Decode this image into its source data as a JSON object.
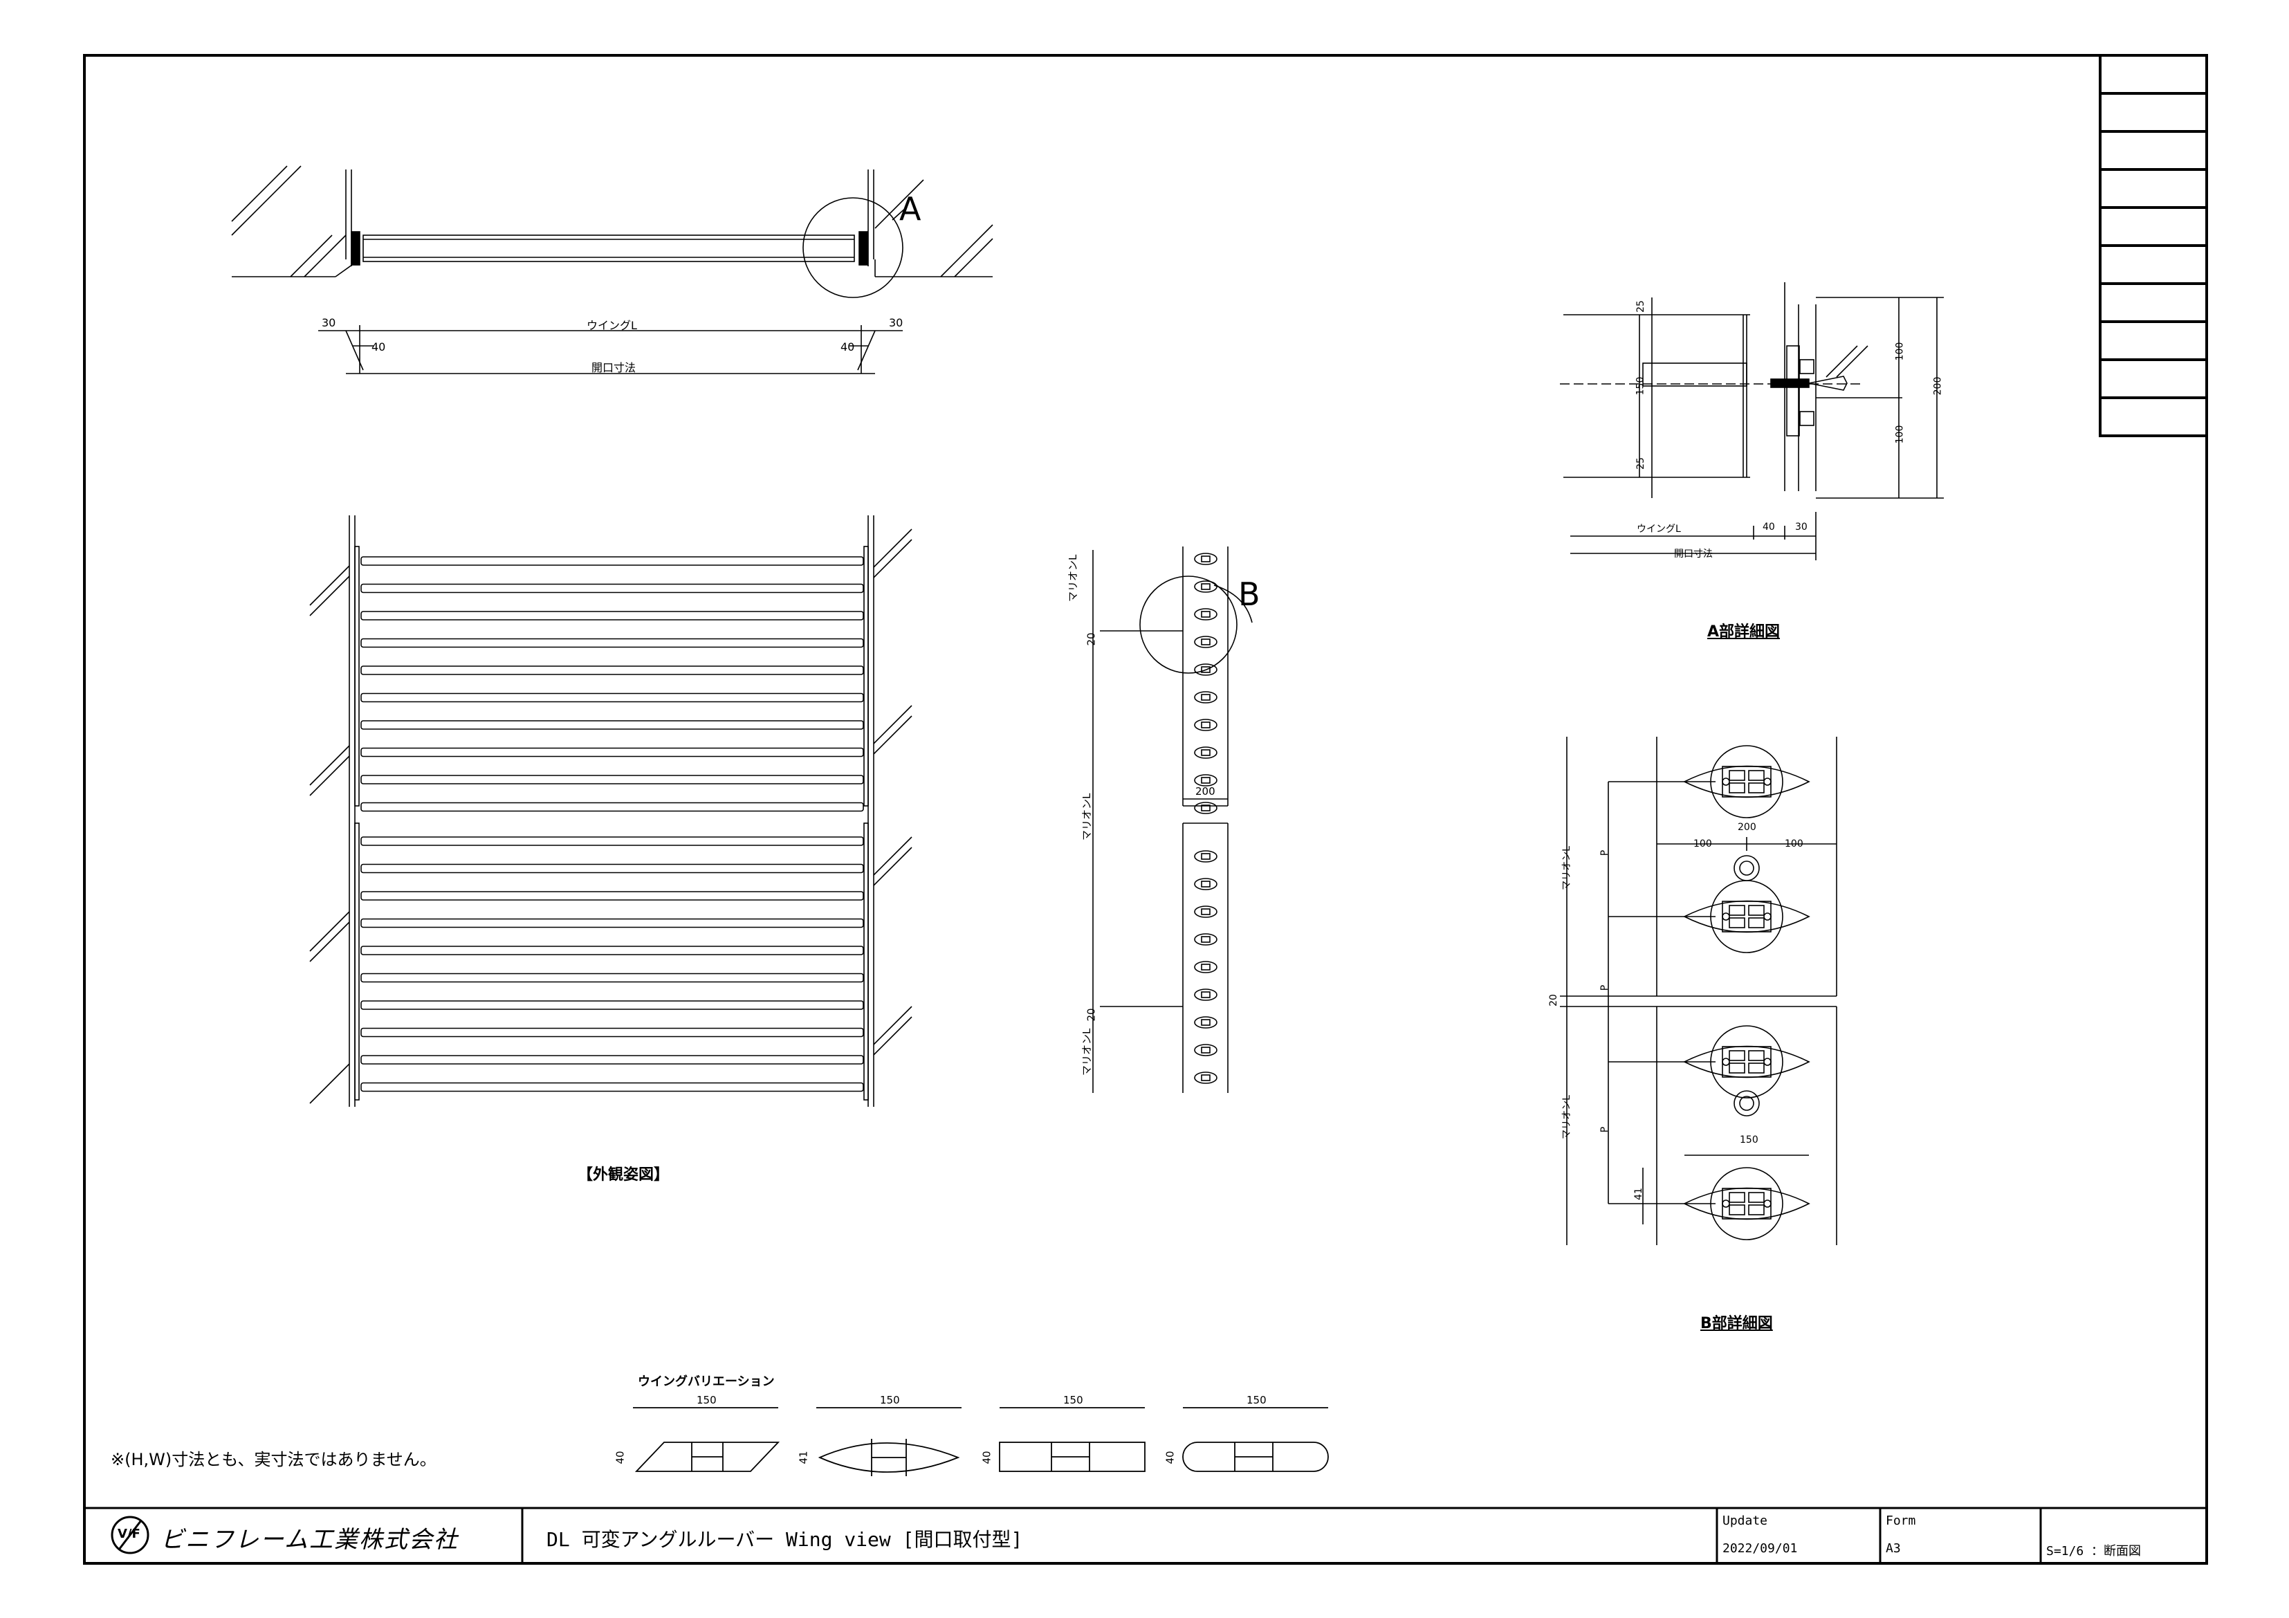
{
  "drawing": {
    "note": "※(H,W)寸法とも、実寸法ではありません。",
    "callout_a": "A",
    "callout_b": "B",
    "top_plan": {
      "dim_wing": "ウイングL",
      "dim_left": "30",
      "dim_right": "30",
      "dim_left_in": "40",
      "dim_right_in": "40",
      "dim_opening": "開口寸法"
    },
    "elevation_caption": "【外観姿図】",
    "section": {
      "mullion_l": "マリオンL",
      "dim_20": "20",
      "dim_200": "200"
    },
    "detail_a": {
      "caption": "A部詳細図",
      "dims": {
        "d25": "25",
        "d150": "150",
        "d100": "100",
        "d200": "200",
        "d40": "40",
        "d30": "30"
      },
      "wing_l": "ウイングL",
      "opening": "開口寸法"
    },
    "detail_b": {
      "caption": "B部詳細図",
      "mullion_l": "マリオンL",
      "p": "P",
      "d20": "20",
      "d200": "200",
      "d100": "100",
      "d150": "150",
      "d41": "41"
    },
    "variations": {
      "title": "ウイングバリエーション",
      "items": [
        {
          "width": "150",
          "height": "40"
        },
        {
          "width": "150",
          "height": "41"
        },
        {
          "width": "150",
          "height": "40"
        },
        {
          "width": "150",
          "height": "40"
        }
      ]
    }
  },
  "title_block": {
    "company": "ビニフレーム工業株式会社",
    "logo_text": "V/F",
    "title": "DL 可変アングルルーバー Wing view [間口取付型]",
    "update_label": "Update",
    "update_value": "2022/09/01",
    "form_label": "Form",
    "form_value": "A3",
    "scale": "S=1/6 ：断面図"
  },
  "revision_table": {
    "rows": 10
  }
}
